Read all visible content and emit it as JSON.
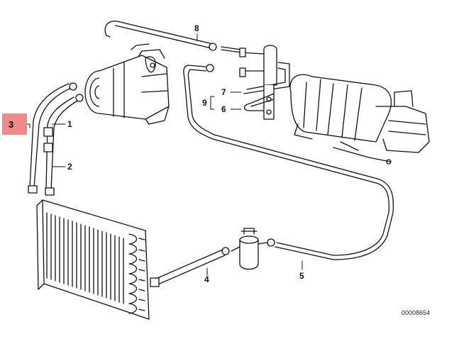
{
  "diagram": {
    "highlight": {
      "label": "3",
      "color": "#f08a8a"
    },
    "callouts": {
      "c1": "1",
      "c2": "2",
      "c4": "4",
      "c5": "5",
      "c6": "6",
      "c7": "7",
      "c8": "8",
      "c9": "9"
    },
    "diagram_id": "00008654",
    "line_color": "#111111"
  }
}
